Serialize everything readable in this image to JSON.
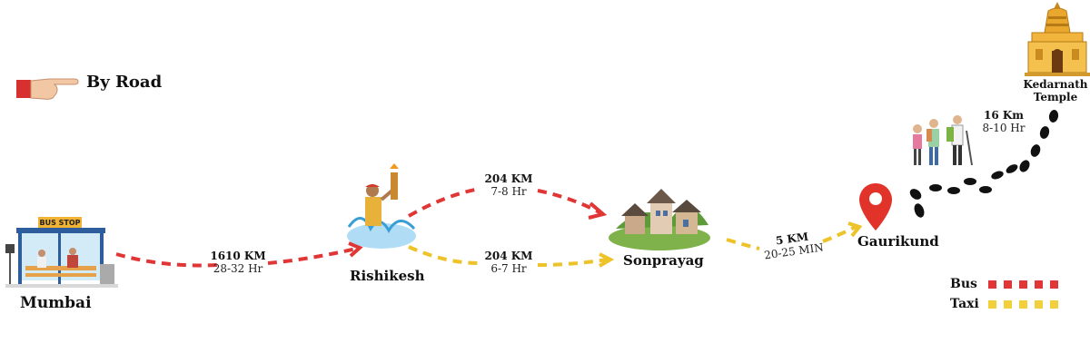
{
  "header": {
    "mode_label": "By Road"
  },
  "places": {
    "mumbai": "Mumbai",
    "rishikesh": "Rishikesh",
    "sonprayag": "Sonprayag",
    "gaurikund": "Gaurikund",
    "kedarnath_line1": "Kedarnath",
    "kedarnath_line2": "Temple"
  },
  "icons": {
    "bus_stop_sign": "BUS STOP"
  },
  "routes": [
    {
      "from": "Mumbai",
      "to": "Rishikesh",
      "distance": "1610 KM",
      "time": "28-32 Hr",
      "mode": "Bus"
    },
    {
      "from": "Rishikesh",
      "to": "Sonprayag",
      "distance": "204 KM",
      "time": "7-8 Hr",
      "mode": "Bus"
    },
    {
      "from": "Rishikesh",
      "to": "Sonprayag",
      "distance": "204 KM",
      "time": "6-7 Hr",
      "mode": "Taxi"
    },
    {
      "from": "Sonprayag",
      "to": "Gaurikund",
      "distance": "5 KM",
      "time": "20-25 MIN",
      "mode": "Taxi"
    },
    {
      "from": "Gaurikund",
      "to": "Kedarnath Temple",
      "distance": "16 Km",
      "time": "8-10 Hr",
      "mode": "Trek"
    }
  ],
  "legend": {
    "bus": {
      "label": "Bus",
      "color": "#e03636"
    },
    "taxi": {
      "label": "Taxi",
      "color": "#f2d03b"
    }
  },
  "colors": {
    "bus": "#e03636",
    "taxi": "#eec229",
    "trek": "#111111"
  }
}
